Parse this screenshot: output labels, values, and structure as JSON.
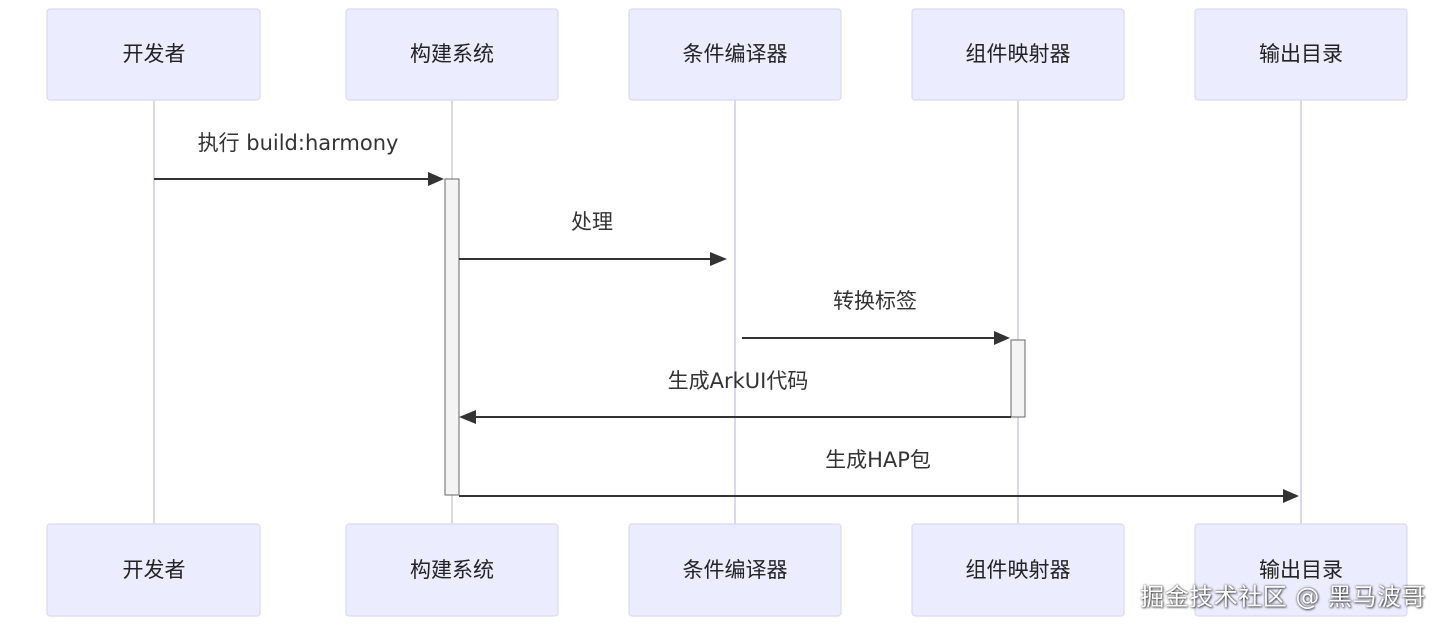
{
  "participants": [
    {
      "id": "dev",
      "label": "开发者"
    },
    {
      "id": "build",
      "label": "构建系统"
    },
    {
      "id": "compiler",
      "label": "条件编译器"
    },
    {
      "id": "mapper",
      "label": "组件映射器"
    },
    {
      "id": "output",
      "label": "输出目录"
    }
  ],
  "messages": [
    {
      "from": "dev",
      "to": "build",
      "label": "执行 build:harmony"
    },
    {
      "from": "build",
      "to": "compiler",
      "label": "处理"
    },
    {
      "from": "compiler",
      "to": "mapper",
      "label": "转换标签"
    },
    {
      "from": "mapper",
      "to": "build",
      "label": "生成ArkUI代码"
    },
    {
      "from": "build",
      "to": "output",
      "label": "生成HAP包"
    }
  ],
  "watermark": "掘金技术社区 @ 黑马波哥"
}
